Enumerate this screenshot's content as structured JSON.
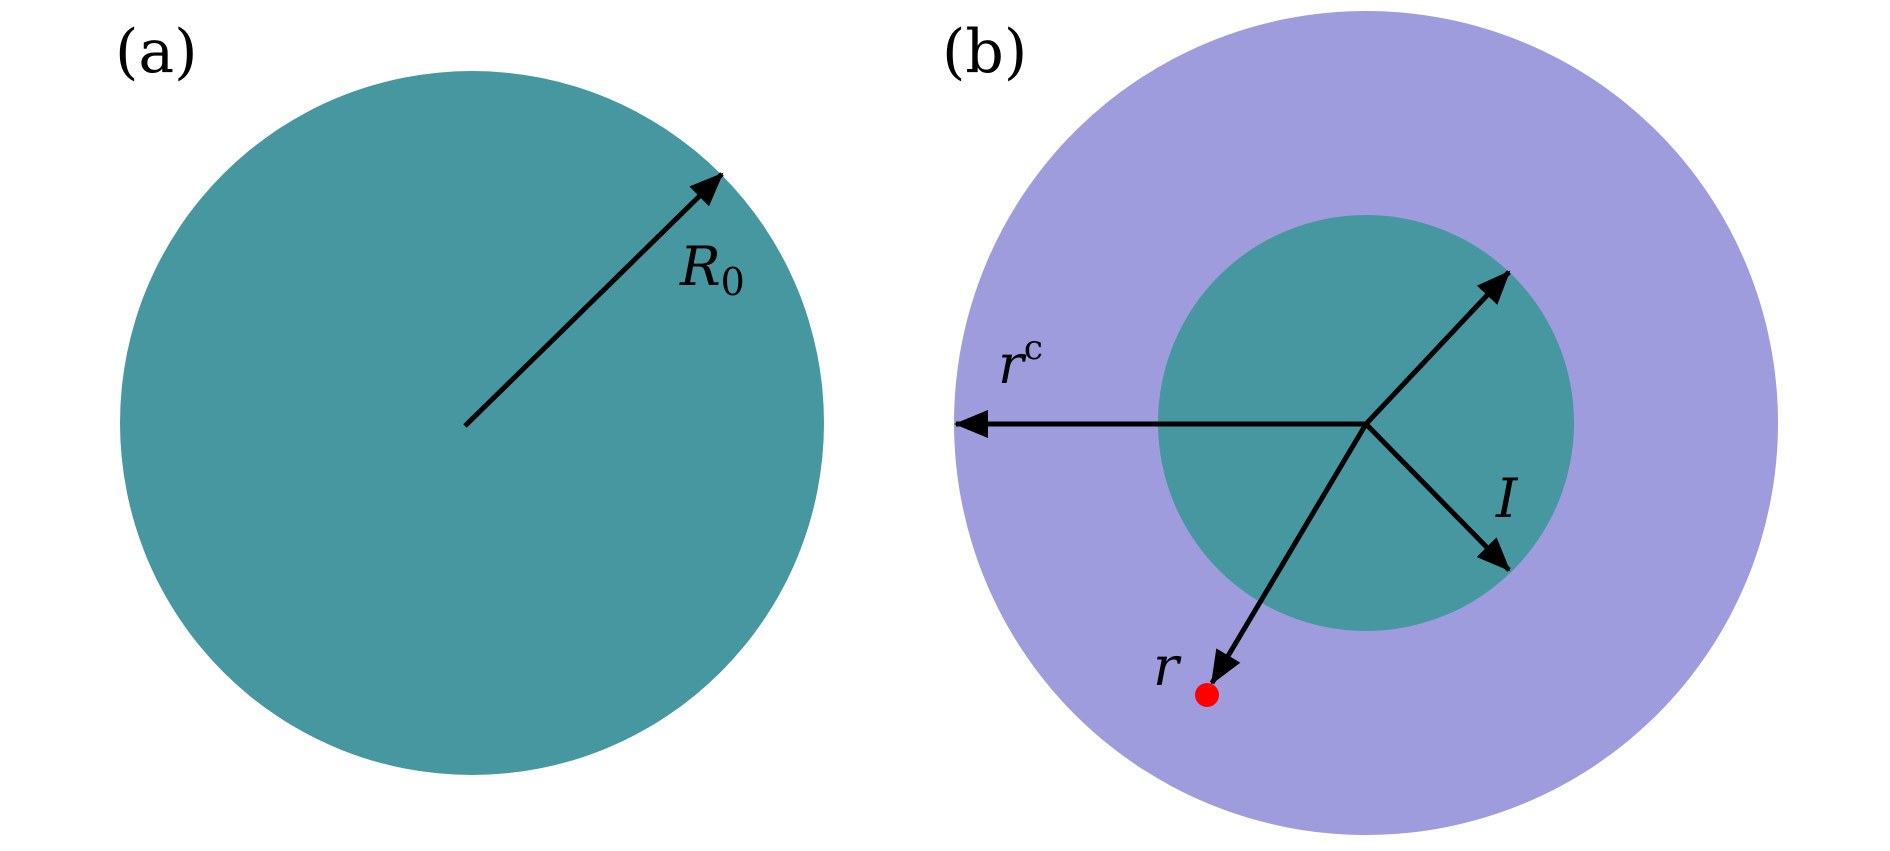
{
  "colors": {
    "teal": "#4797a0",
    "lavender": "#9e9cdd",
    "arrow": "#000000",
    "point": "#ff0000"
  },
  "panel_a": {
    "label": "(a)",
    "radius_symbol": "R",
    "radius_subscript": "0"
  },
  "panel_b": {
    "label": "(b)",
    "rc_symbol": "r",
    "rc_superscript": "c",
    "inner_symbol": "I",
    "r_symbol": "r"
  }
}
